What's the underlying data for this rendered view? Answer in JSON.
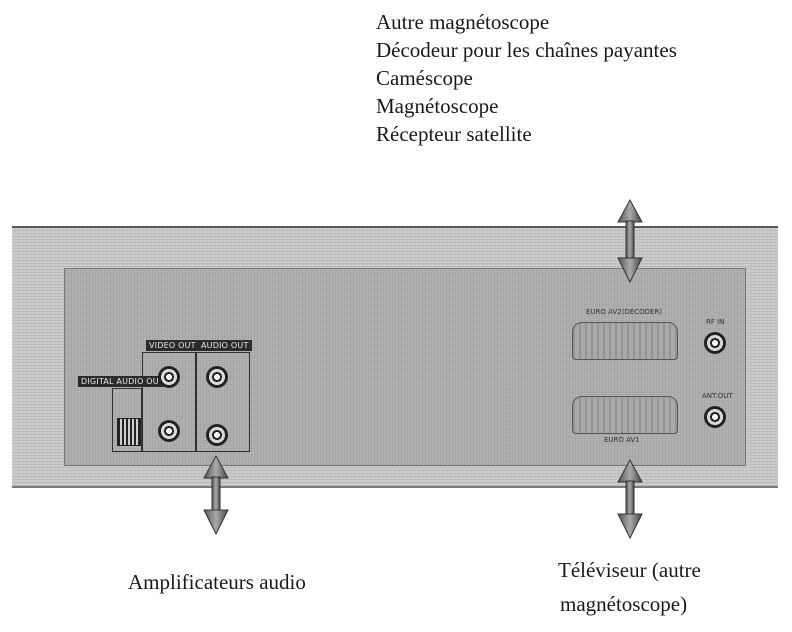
{
  "connected_devices": [
    "Autre magnétoscope",
    "Décodeur pour les chaînes payantes",
    "Caméscope",
    "Magnétoscope",
    "Récepteur satellite"
  ],
  "panel": {
    "video_out_label": "VIDEO OUT",
    "audio_out_label": "AUDIO OUT",
    "digital_audio_out_label": "DIGITAL AUDIO OUT",
    "euro_av2_label": "EURO AV2(DECODER)",
    "euro_av1_label": "EURO AV1",
    "rf_in_label": "RF IN",
    "ant_out_label": "ANT.OUT"
  },
  "captions": {
    "audio_amplifiers": "Amplificateurs audio",
    "tv_line1": "Téléviseur (autre",
    "tv_line2": "magnétoscope)"
  }
}
